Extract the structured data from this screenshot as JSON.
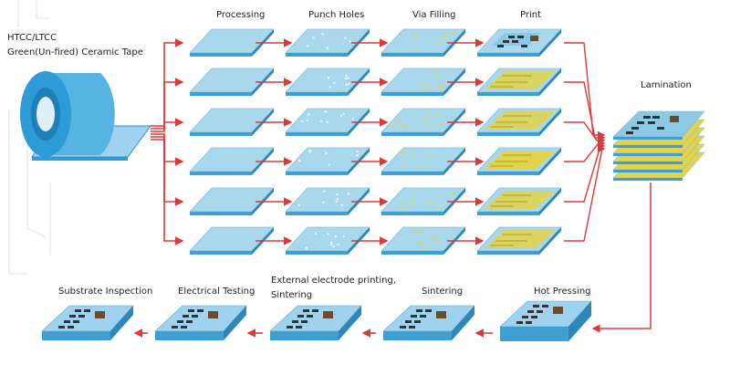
{
  "source_label_line1": "HTCC/LTCC",
  "source_label_line2": "Green(Un-fired) Ceramic Tape",
  "columns": [
    "Processing",
    "Punch Holes",
    "Via Filling",
    "Print"
  ],
  "lamination_label": "Lamination",
  "bottom_steps": {
    "hot_pressing": "Hot Pressing",
    "sintering": "Sintering",
    "external_line1": "External electrode printing,",
    "external_line2": "Sintering",
    "electrical_testing": "Electrical Testing",
    "substrate_inspection": "Substrate Inspection"
  },
  "colors": {
    "arrow": "#d93a3a",
    "sheet_top": "#a9d8ec",
    "sheet_side": "#3f9fd2",
    "print_yellow": "#e3d34a",
    "tape_blue": "#2c9bd6",
    "pad_dark": "#333333",
    "pad_brown": "#6b4a2e"
  }
}
